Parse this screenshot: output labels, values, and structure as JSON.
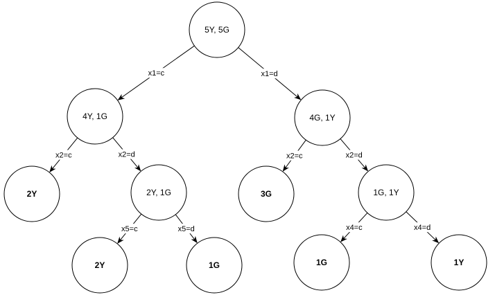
{
  "nodes": [
    {
      "id": "root",
      "label": "5Y, 5G",
      "bold": false
    },
    {
      "id": "n-left",
      "label": "4Y, 1G",
      "bold": false
    },
    {
      "id": "n-right",
      "label": "4G, 1Y",
      "bold": false
    },
    {
      "id": "leaf-left-c",
      "label": "2Y",
      "bold": true
    },
    {
      "id": "n-left-d",
      "label": "2Y, 1G",
      "bold": false
    },
    {
      "id": "leaf-right-c",
      "label": "3G",
      "bold": true
    },
    {
      "id": "n-right-d",
      "label": "1G, 1Y",
      "bold": false
    },
    {
      "id": "leaf-ld-c",
      "label": "2Y",
      "bold": true
    },
    {
      "id": "leaf-ld-d",
      "label": "1G",
      "bold": true
    },
    {
      "id": "leaf-rd-c",
      "label": "1G",
      "bold": true
    },
    {
      "id": "leaf-rd-d",
      "label": "1Y",
      "bold": true
    }
  ],
  "edges": [
    {
      "from": "root",
      "to": "n-left",
      "label": "x1=c"
    },
    {
      "from": "root",
      "to": "n-right",
      "label": "x1=d"
    },
    {
      "from": "n-left",
      "to": "leaf-left-c",
      "label": "x2=c"
    },
    {
      "from": "n-left",
      "to": "n-left-d",
      "label": "x2=d"
    },
    {
      "from": "n-right",
      "to": "leaf-right-c",
      "label": "x2=c"
    },
    {
      "from": "n-right",
      "to": "n-right-d",
      "label": "x2=d"
    },
    {
      "from": "n-left-d",
      "to": "leaf-ld-c",
      "label": "x5=c"
    },
    {
      "from": "n-left-d",
      "to": "leaf-ld-d",
      "label": "x5=d"
    },
    {
      "from": "n-right-d",
      "to": "leaf-rd-c",
      "label": "x4=c"
    },
    {
      "from": "n-right-d",
      "to": "leaf-rd-d",
      "label": "x4=d"
    }
  ]
}
